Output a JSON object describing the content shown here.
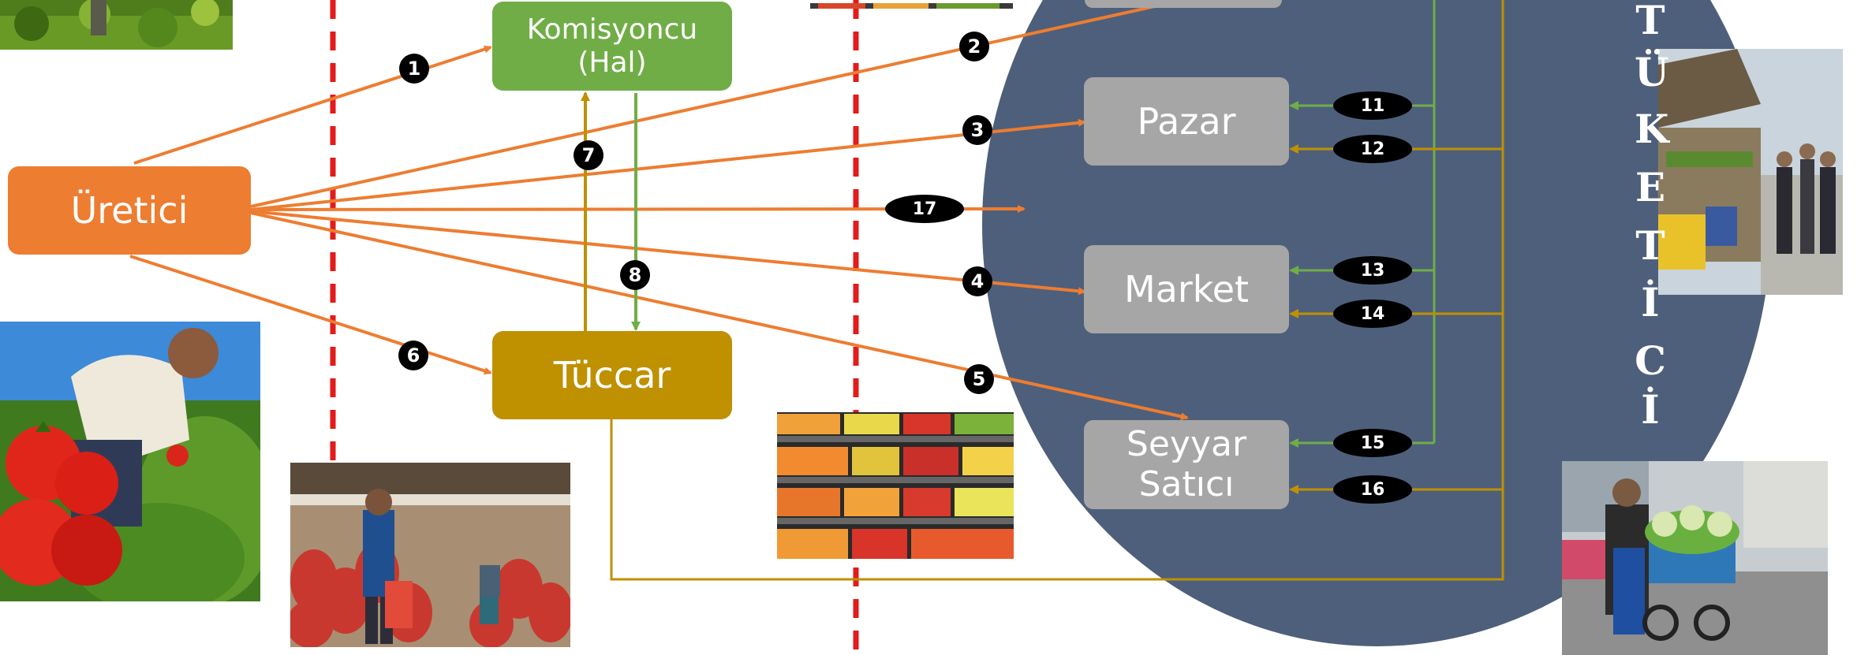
{
  "nodes": {
    "producer": "Üretici",
    "commission_line1": "Komisyoncu",
    "commission_line2": "(Hal)",
    "merchant": "Tüccar",
    "bazaar": "Pazar",
    "market": "Market",
    "peddler_line1": "Seyyar",
    "peddler_line2": "Satıcı"
  },
  "consumer_letters": [
    "T",
    "Ü",
    "K",
    "E",
    "T",
    "İ",
    "C",
    "İ"
  ],
  "badges": {
    "b1": "1",
    "b2": "2",
    "b3": "3",
    "b4": "4",
    "b5": "5",
    "b6": "6",
    "b7": "7",
    "b8": "8",
    "b11": "11",
    "b12": "12",
    "b13": "13",
    "b14": "14",
    "b15": "15",
    "b16": "16",
    "b17": "17"
  },
  "colors": {
    "orange": "#ed7d31",
    "green": "#70ad47",
    "gold": "#bf9000",
    "gray": "#a6a6a6",
    "circle": "#4e5f7b",
    "divider": "#e31b1b"
  },
  "photos": [
    "farm-field-photo",
    "tomato-farmer-photo",
    "onion-warehouse-photo",
    "produce-shelves-photo",
    "produce-shelves-top-photo",
    "market-stall-photo",
    "street-vendor-photo"
  ]
}
